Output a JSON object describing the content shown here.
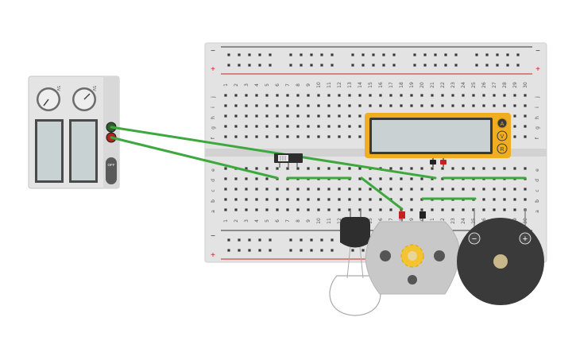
{
  "colors": {
    "breadboard": "#e3e3e3",
    "hole": "#3a3a3a",
    "rail_negative": "#333333",
    "rail_positive": "#cc2222",
    "wire": "#3ea83e",
    "multimeter_body": "#f0ad1f",
    "multimeter_screen": "#c9d1d2",
    "motor_body": "#c8c8c8",
    "motor_gear": "#f4c430",
    "buzzer_body": "#3a3a3a",
    "buzzer_center": "#c8b88a"
  },
  "power_supply": {
    "knob_left_label": "5V",
    "knob_right_label": "5V",
    "off_label": "OFF",
    "display_left_value": "",
    "display_right_value": ""
  },
  "breadboard": {
    "rail_top_neg": "−",
    "rail_top_pos": "+",
    "rail_bot_neg": "−",
    "rail_bot_pos": "+",
    "column_numbers": [
      "1",
      "2",
      "3",
      "4",
      "5",
      "6",
      "7",
      "8",
      "9",
      "10",
      "11",
      "12",
      "13",
      "14",
      "15",
      "16",
      "17",
      "18",
      "19",
      "20",
      "21",
      "22",
      "23",
      "24",
      "25",
      "26",
      "27",
      "28",
      "29",
      "30"
    ],
    "row_letters_top": [
      "j",
      "i",
      "h",
      "g",
      "f"
    ],
    "row_letters_bottom": [
      "e",
      "d",
      "c",
      "b",
      "a"
    ]
  },
  "multimeter": {
    "mode_a": "A",
    "mode_v": "V",
    "mode_r": "R",
    "reading": ""
  },
  "buzzer": {
    "minus_label": "−",
    "plus_label": "+"
  },
  "slide_switch": {
    "label": ""
  }
}
